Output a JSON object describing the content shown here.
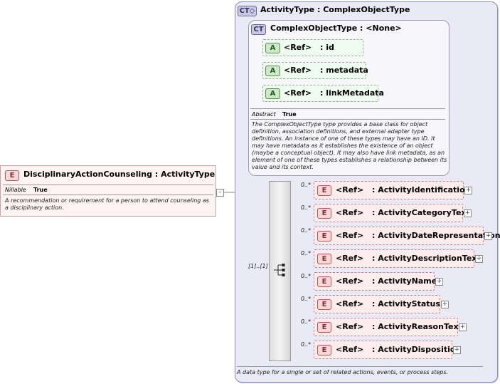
{
  "root_element": {
    "badge": "E",
    "name": "DisciplinaryActionCounseling",
    "type": ": ActivityType",
    "prop_key": "Nillable",
    "prop_value": "True",
    "documentation": "A recommendation or requirement for a person to attend counseling as a disciplinary action."
  },
  "activity_type": {
    "badge": "CT",
    "title": "ActivityType : ComplexObjectType",
    "documentation": "A data type for a single or set of related actions, events, or process steps."
  },
  "complex_object_type": {
    "badge": "CT",
    "title": "ComplexObjectType : <None>",
    "attributes": [
      {
        "badge": "A",
        "ref": "<Ref>",
        "name": ": id"
      },
      {
        "badge": "A",
        "ref": "<Ref>",
        "name": ": metadata"
      },
      {
        "badge": "A",
        "ref": "<Ref>",
        "name": ": linkMetadata"
      }
    ],
    "prop_key": "Abstract",
    "prop_value": "True",
    "documentation": "The ComplexObjectType type provides a base class for object definition, association definitions, and external adapter type definitions. An instance of one of these types may have an ID. It may have metadata as it establishes the existence of an object (maybe a conceptual object). It may also have link metadata, as an element of one of these types establishes a relationship between its value and its context."
  },
  "sequence": {
    "occurrence": "[1]..[1]",
    "elements": [
      {
        "badge": "E",
        "occurrence": "0..*",
        "ref": "<Ref>",
        "name": ": ActivityIdentification"
      },
      {
        "badge": "E",
        "occurrence": "0..*",
        "ref": "<Ref>",
        "name": ": ActivityCategoryText"
      },
      {
        "badge": "E",
        "occurrence": "0..*",
        "ref": "<Ref>",
        "name": ": ActivityDateRepresentation"
      },
      {
        "badge": "E",
        "occurrence": "0..*",
        "ref": "<Ref>",
        "name": ": ActivityDescriptionText"
      },
      {
        "badge": "E",
        "occurrence": "0..*",
        "ref": "<Ref>",
        "name": ": ActivityName"
      },
      {
        "badge": "E",
        "occurrence": "0..*",
        "ref": "<Ref>",
        "name": ": ActivityStatus"
      },
      {
        "badge": "E",
        "occurrence": "0..*",
        "ref": "<Ref>",
        "name": ": ActivityReasonText"
      },
      {
        "badge": "E",
        "occurrence": "0..*",
        "ref": "<Ref>",
        "name": ": ActivityDisposition"
      }
    ]
  },
  "icons": {
    "expand": "plus-icon",
    "sequence": "sequence-icon",
    "collapse": "minus-icon"
  },
  "colors": {
    "element_fill": "#fcecec",
    "attribute_fill": "#f0fbf0",
    "complex_type_fill": "#eaeaf7"
  }
}
